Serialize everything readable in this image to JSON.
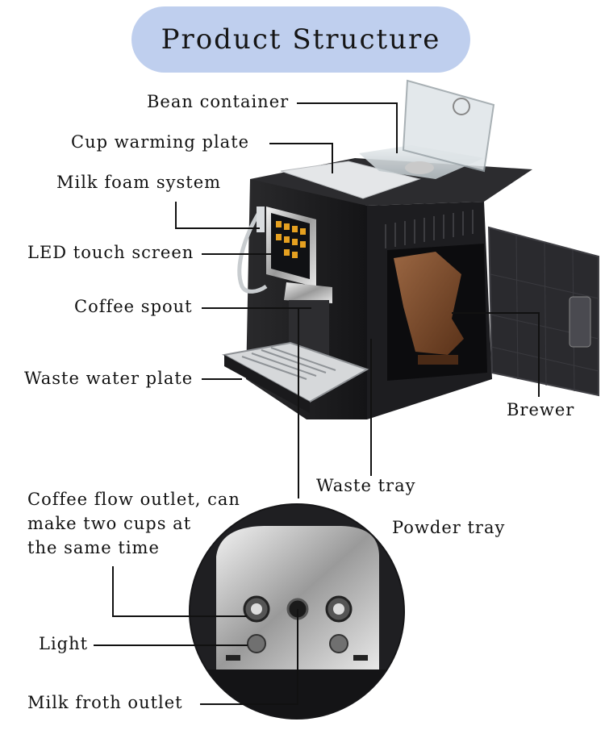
{
  "title": "Product Structure",
  "labels": {
    "bean_container": "Bean container",
    "cup_warming_plate": "Cup warming plate",
    "milk_foam_system": "Milk foam system",
    "led_touch_screen": "LED touch screen",
    "coffee_spout": "Coffee spout",
    "waste_water_plate": "Waste water plate",
    "brewer": "Brewer",
    "waste_tray": "Waste tray",
    "powder_tray": "Powder tray",
    "coffee_flow_outlet": "Coffee flow outlet, can\nmake two cups at\nthe same time",
    "light": "Light",
    "milk_froth_outlet": "Milk froth outlet"
  },
  "colors": {
    "title_pill": "#bfcfee",
    "machine_body": "#1b1b1d",
    "brewer": "#7a4a2c",
    "leader_line": "#111111"
  }
}
